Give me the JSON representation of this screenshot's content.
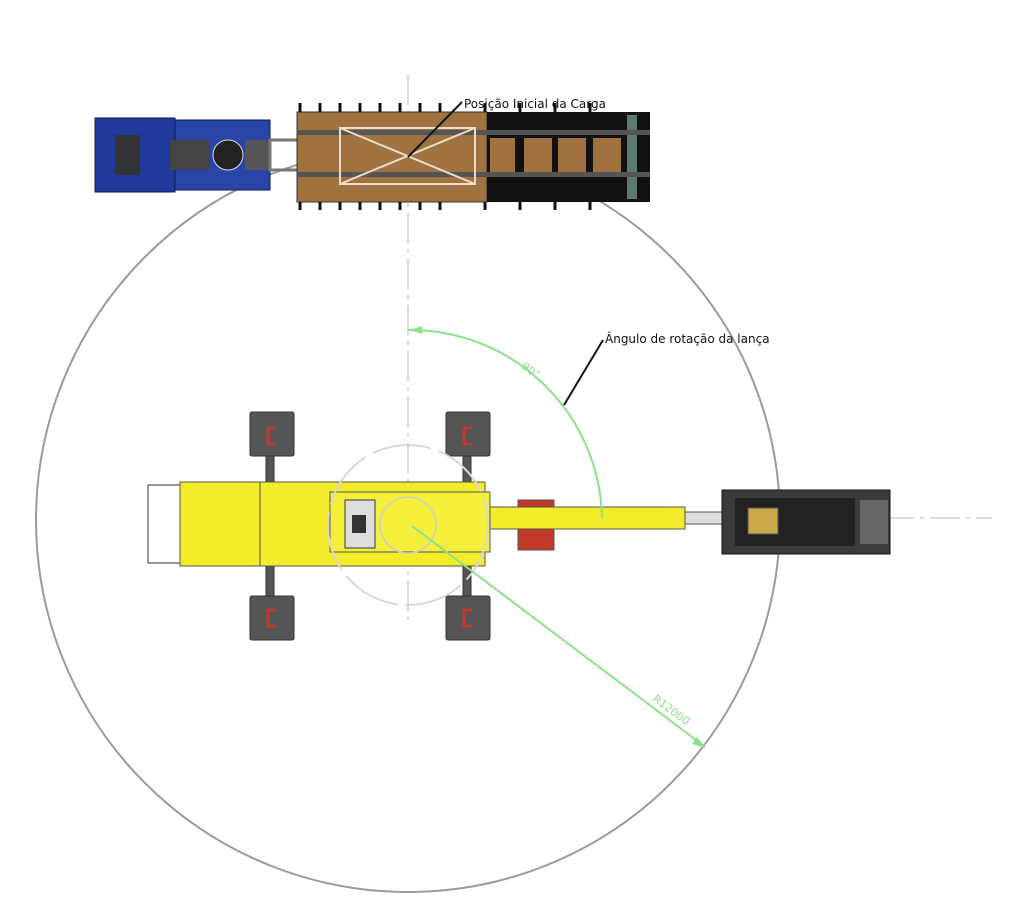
{
  "labels": {
    "load_initial_position": "Posição Inicial da Carga",
    "boom_rotation_angle": "Ângulo de rotação da lança"
  },
  "dimensions": {
    "angle": "90°",
    "radius": "R12000"
  },
  "colors": {
    "crane_body": "#f2ec2a",
    "truck_cab": "#1f3a9c",
    "trailer_deck": "#a0723f",
    "dimension_lines": "#8de08d",
    "swing_circle": "#999999"
  }
}
